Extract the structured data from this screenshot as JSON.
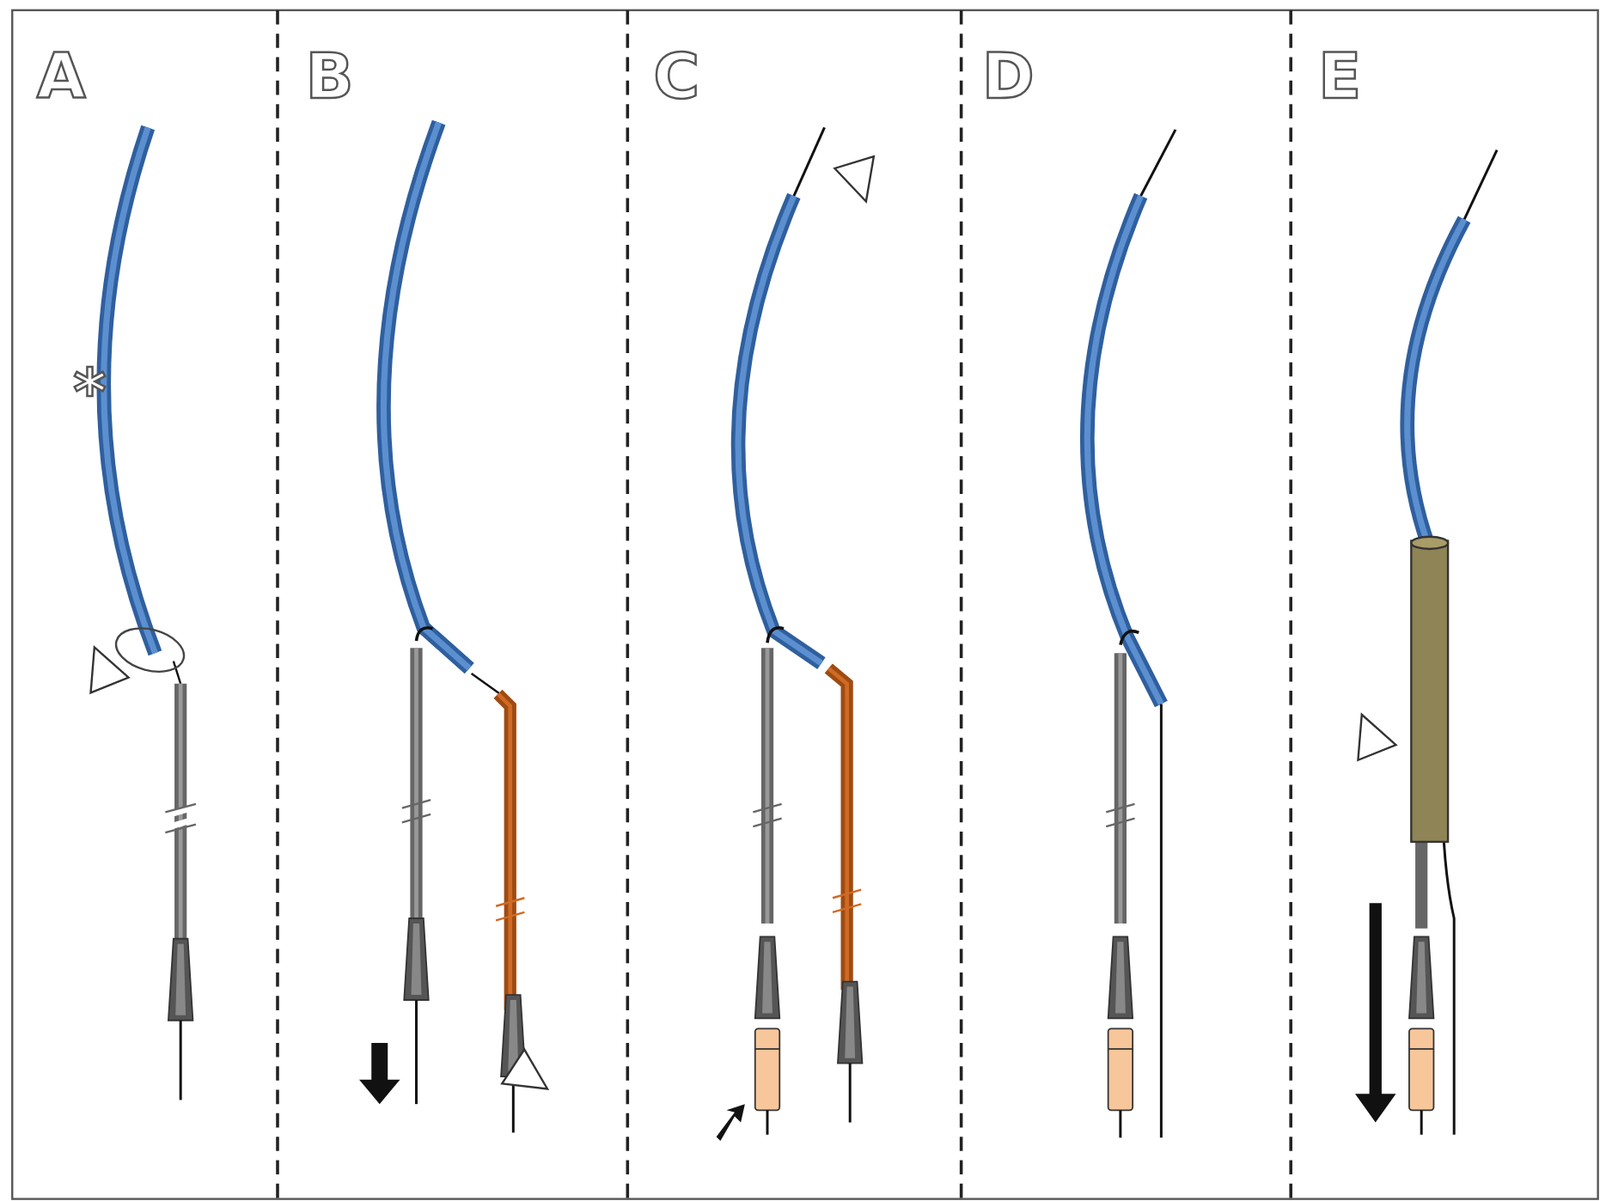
{
  "diagram": {
    "labels": [
      "A",
      "B",
      "C",
      "D",
      "E",
      "*"
    ]
  }
}
